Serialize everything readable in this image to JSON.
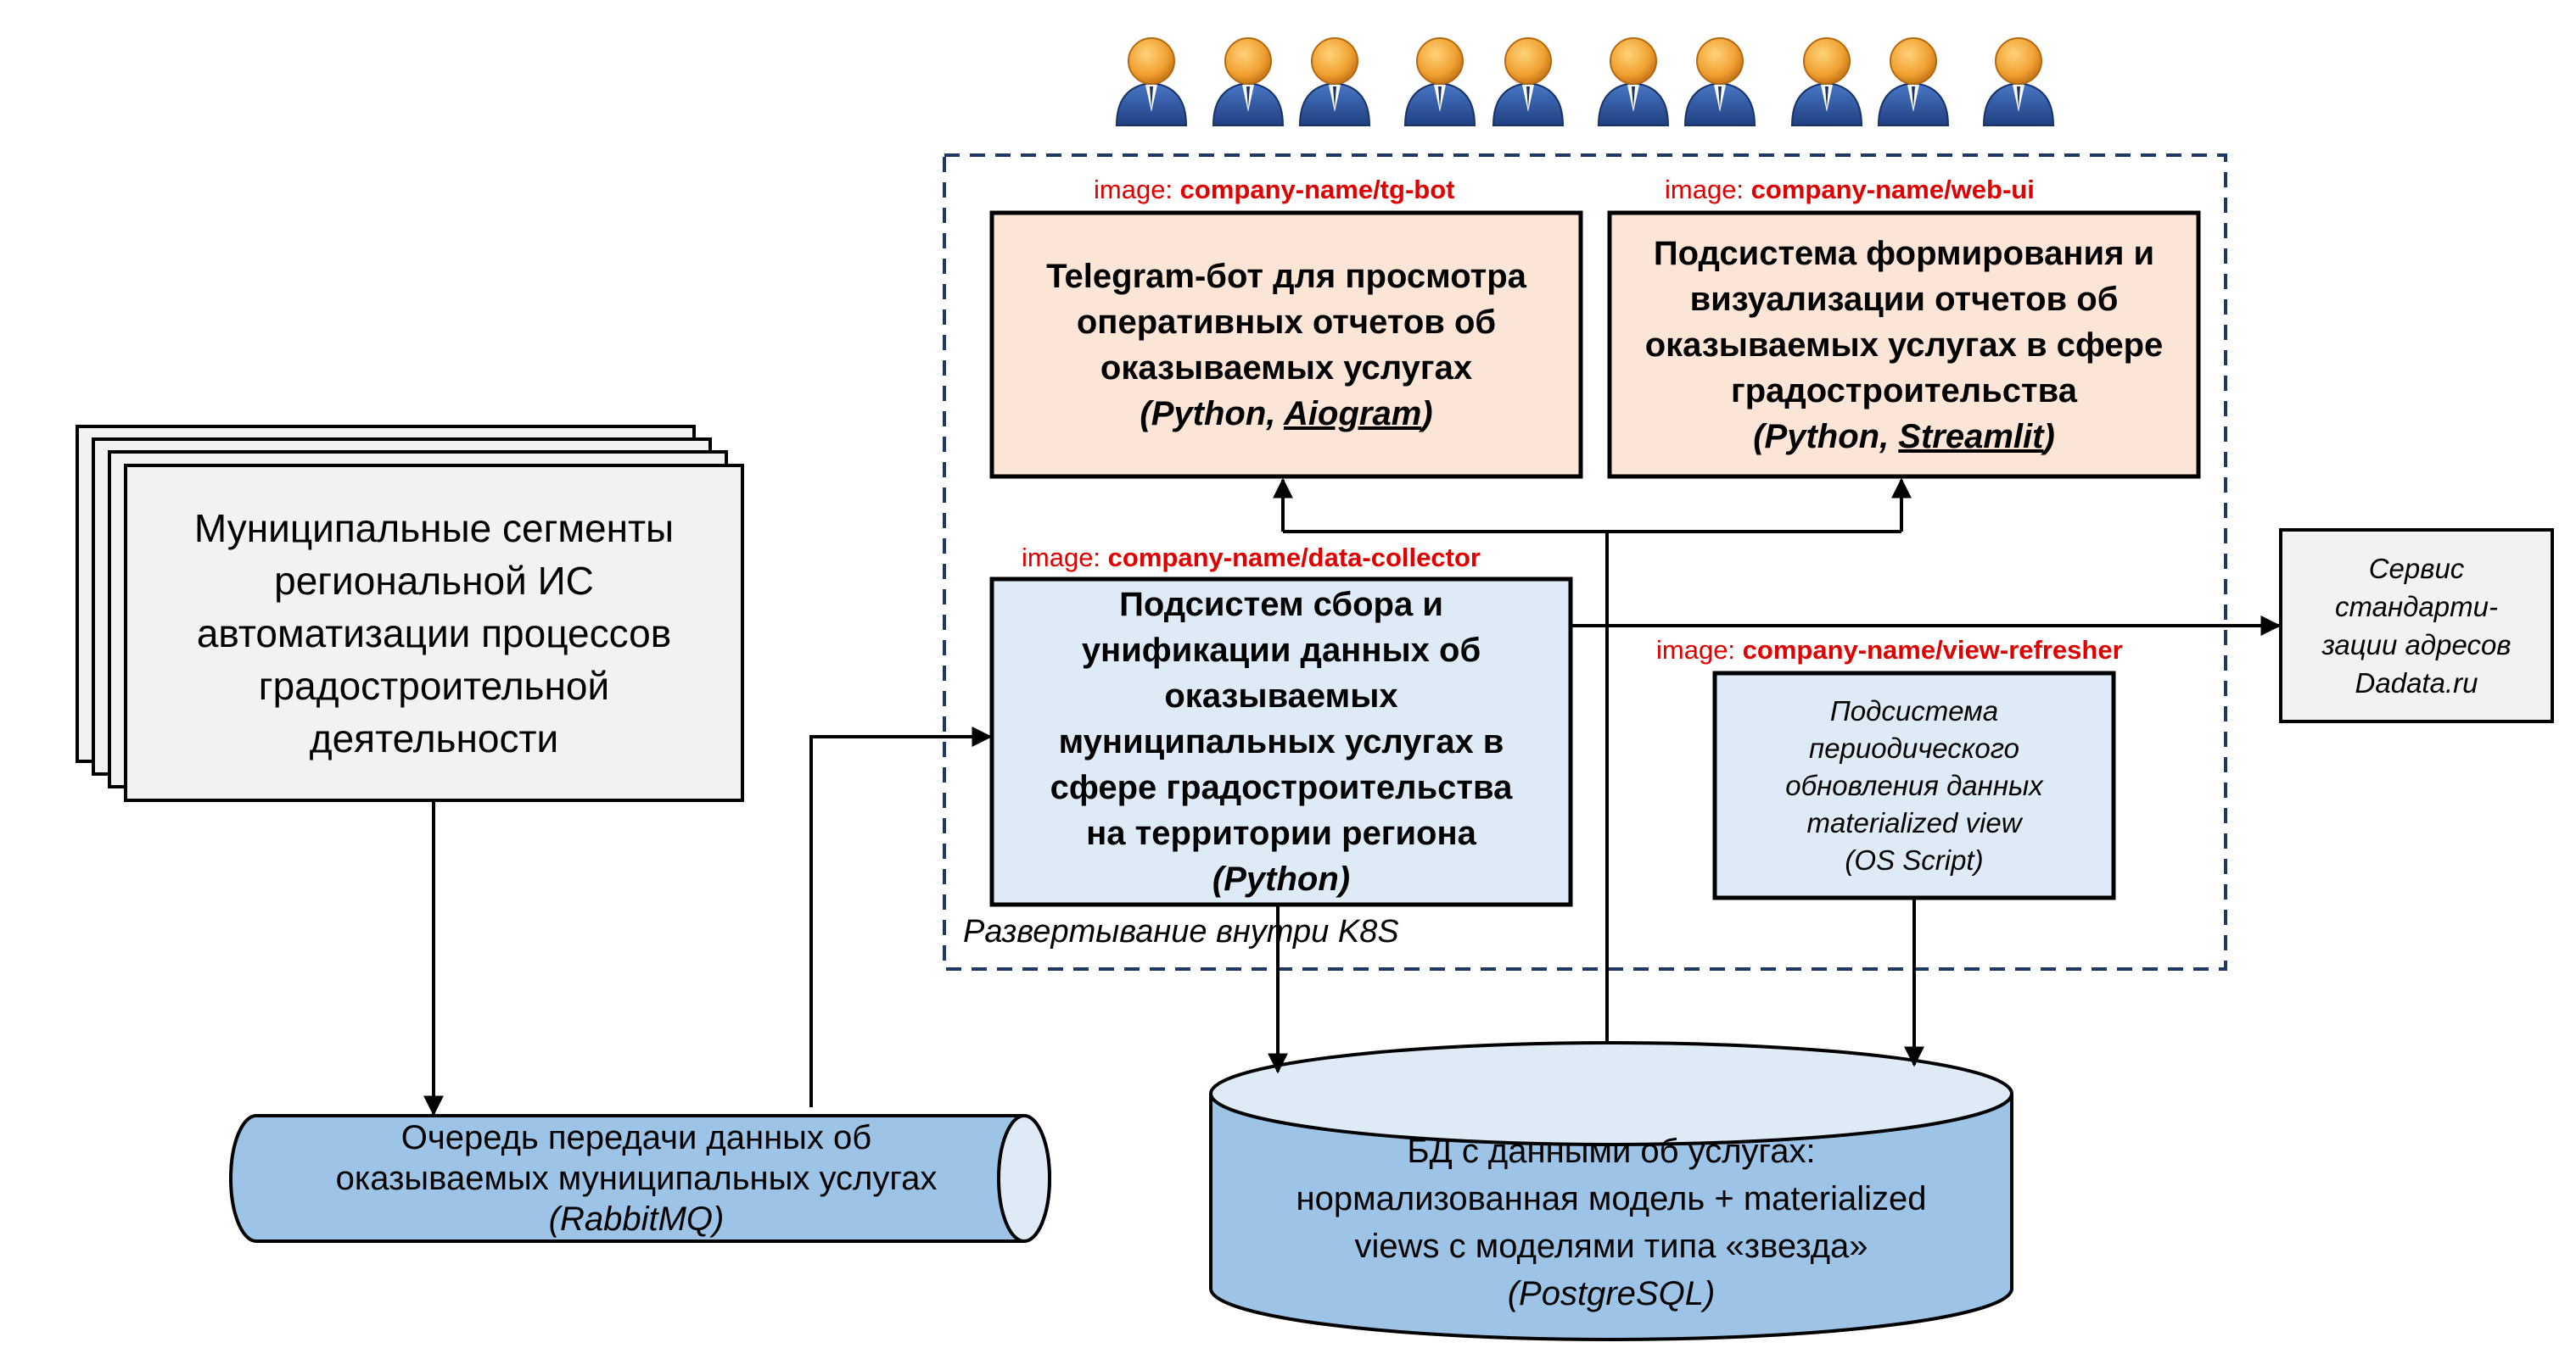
{
  "k8s": {
    "caption": "Развертывание внутри K8S"
  },
  "tg_bot": {
    "image_prefix": "image: ",
    "image_name": "company-name/tg-bot",
    "line1": "Telegram-бот для просмотра",
    "line2": "оперативных отчетов об",
    "line3": "оказываемых услугах",
    "tech_open": "(Python, ",
    "tech_u": "Aiogram",
    "tech_close": ")"
  },
  "web_ui": {
    "image_prefix": "image: ",
    "image_name": "company-name/web-ui",
    "line1": "Подсистема формирования и",
    "line2": "визуализации отчетов об",
    "line3": "оказываемых услугах в сфере",
    "line4": "градостроительства",
    "tech_open": "(Python, ",
    "tech_u": "Streamlit",
    "tech_close": ")"
  },
  "data_collector": {
    "image_prefix": "image: ",
    "image_name": "company-name/data-collector",
    "line1": "Подсистем сбора и",
    "line2": "унификации данных об",
    "line3": "оказываемых",
    "line4": "муниципальных услугах в",
    "line5": "сфере градостроительства",
    "line6": "на территории региона",
    "tech": "(Python)"
  },
  "view_refresher": {
    "image_prefix": "image: ",
    "image_name": "company-name/view-refresher",
    "line1": "Подсистема",
    "line2": "периодического",
    "line3": "обновления данных",
    "line4": "materialized view",
    "tech": "(OS Script)"
  },
  "dadata": {
    "line1": "Сервис",
    "line2": "стандарти-",
    "line3": "зации адресов",
    "line4": "Dadata.ru"
  },
  "municipal": {
    "line1": "Муниципальные сегменты",
    "line2": "региональной ИС",
    "line3": "автоматизации процессов",
    "line4": "градостроительной",
    "line5": "деятельности"
  },
  "queue": {
    "line1": "Очередь передачи данных об",
    "line2": "оказываемых муниципальных услугах",
    "tech": "(RabbitMQ)"
  },
  "database": {
    "line1": "БД с данными об услугах:",
    "line2": "нормализованная модель  + materialized",
    "line3": "views с моделями типа «звезда»",
    "tech": "(PostgreSQL)"
  },
  "users": {
    "count": 10,
    "icon": "user-icon"
  },
  "colors": {
    "peach_fill": "#fbe5d6",
    "blue_fill": "#deebf7",
    "grey_fill": "#f2f2f2",
    "cylinder_fill": "#9dc3e6",
    "cylinder_top": "#deebf7",
    "dashed_border": "#1f3864",
    "image_label": "#e00000",
    "user_head": "#f0a030",
    "user_body": "#2f5597"
  }
}
